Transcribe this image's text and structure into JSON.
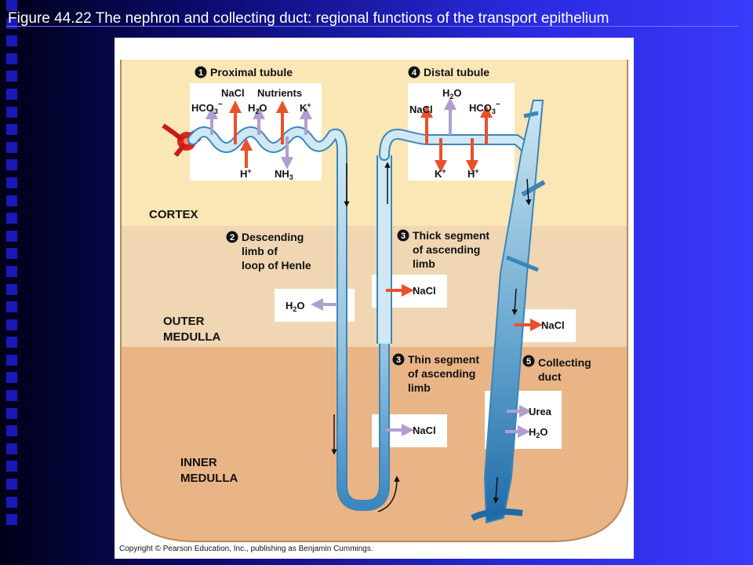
{
  "title": "Figure 44.22  The nephron and collecting duct: regional functions of the transport epithelium",
  "regions": {
    "cortex": "CORTEX",
    "outer_medulla": [
      "OUTER",
      "MEDULLA"
    ],
    "inner_medulla": [
      "INNER",
      "MEDULLA"
    ]
  },
  "segments": {
    "proximal": {
      "num": "1",
      "name": "Proximal tubule"
    },
    "descending": {
      "num": "2",
      "lines": [
        "Descending",
        "limb of",
        "loop of Henle"
      ]
    },
    "thick": {
      "num": "3",
      "lines": [
        "Thick segment",
        "of ascending",
        "limb"
      ]
    },
    "distal": {
      "num": "4",
      "name": "Distal tubule"
    },
    "thin": {
      "num": "3",
      "lines": [
        "Thin segment",
        "of ascending",
        "limb"
      ]
    },
    "collecting": {
      "num": "5",
      "lines": [
        "Collecting",
        "duct"
      ]
    }
  },
  "labels": {
    "nacl": "NaCl",
    "nutrients": "Nutrients",
    "hco3": "HCO",
    "h2o": "H",
    "k": "K",
    "h": "H",
    "nh3": "NH",
    "urea": "Urea",
    "sub3": "3",
    "sub2": "2",
    "sup_minus": "−",
    "sup_plus": "+",
    "o": "O"
  },
  "copyright": "Copyright © Pearson Education, Inc., publishing as Benjamin Cummings.",
  "colors": {
    "cortex": "#fbe6b6",
    "outer": "#f0d6b2",
    "inner": "#e9b486",
    "tube": "#cfe8f4",
    "tube_edge": "#3c86b8",
    "out_arrow": "#e8512b",
    "in_arrow": "#b09ed0"
  }
}
